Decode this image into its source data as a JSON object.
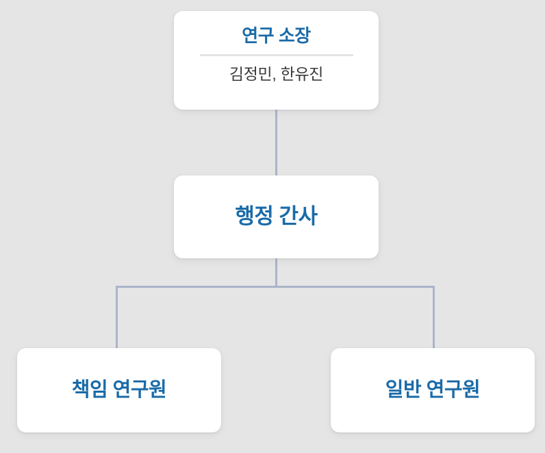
{
  "chart": {
    "type": "org-chart",
    "background_color": "#e5e5e5",
    "accent_color": "#1a6ba8",
    "subtitle_color": "#3a3a3a",
    "connector_color": "#aab4c8",
    "divider_color": "#e3e3e3",
    "card_color": "#ffffff"
  },
  "nodes": [
    {
      "id": "director",
      "title": "연구 소장",
      "subtitle": "김정민, 한유진",
      "has_divider": true,
      "level": 1
    },
    {
      "id": "admin-secretary",
      "title": "행정 간사",
      "subtitle": "",
      "has_divider": false,
      "level": 2
    },
    {
      "id": "principal-researcher",
      "title": "책임 연구원",
      "subtitle": "",
      "has_divider": false,
      "level": 3
    },
    {
      "id": "general-researcher",
      "title": "일반 연구원",
      "subtitle": "",
      "has_divider": false,
      "level": 3
    }
  ],
  "edges": [
    {
      "from": "director",
      "to": "admin-secretary"
    },
    {
      "from": "admin-secretary",
      "to": "principal-researcher"
    },
    {
      "from": "admin-secretary",
      "to": "general-researcher"
    }
  ]
}
